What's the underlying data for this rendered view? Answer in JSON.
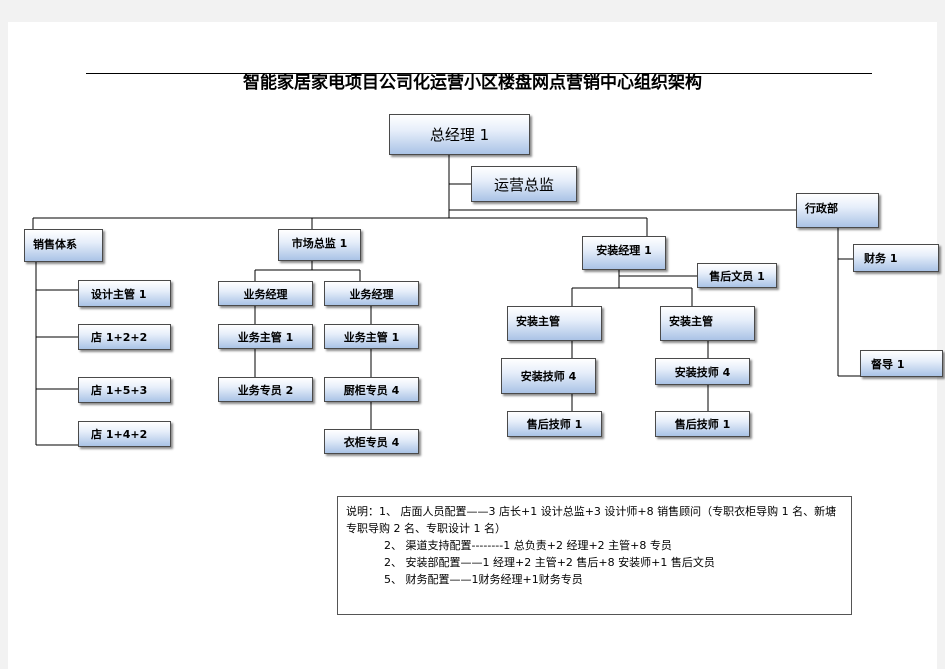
{
  "title": "智能家居家电项目公司化运营小区楼盘网点营销中心组织架构",
  "nodes": {
    "gm": "总经理 1",
    "ops_director": "运营总监",
    "admin": "行政部",
    "finance": "财务 1",
    "supervisor": "督导 1",
    "sales_system": "销售体系",
    "design_manager": "设计主管 1",
    "store_a": "店 1+2+2",
    "store_b": "店 1+5+3",
    "store_c": "店 1+4+2",
    "marketing_director": "市场总监 1",
    "biz_manager_left": "业务经理",
    "biz_manager_right": "业务经理",
    "biz_supervisor_left": "业务主管 1",
    "biz_supervisor_right": "业务主管 1",
    "biz_specialist": "业务专员 2",
    "cabinet_specialist": "厨柜专员 4",
    "wardrobe_specialist": "衣柜专员 4",
    "install_manager": "安装经理 1",
    "aftersales_clerk": "售后文员 1",
    "install_supervisor_left": "安装主管",
    "install_supervisor_right": "安装主管",
    "install_tech_left": "安装技师 4",
    "install_tech_right": "安装技师 4",
    "aftersales_tech_left": "售后技师 1",
    "aftersales_tech_right": "售后技师 1"
  },
  "notes": {
    "line1": "说明：1、 店面人员配置——3 店长+1 设计总监+3 设计师+8 销售顾问（专职衣柜导购 1 名、新塘",
    "line1b": "专职导购 2 名、专职设计 1 名）",
    "line2": "2、 渠道支持配置--------1 总负责+2 经理+2 主管+8 专员",
    "line3": "2、 安装部配置——1 经理+2 主管+2 售后+8 安装师+1 售后文员",
    "line4": "5、 财务配置——1财务经理+1财务专员"
  }
}
